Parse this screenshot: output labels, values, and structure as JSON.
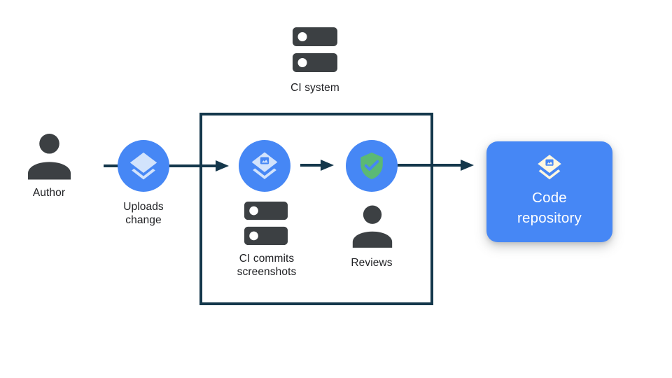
{
  "diagram": {
    "description": "CI screenshot-commit workflow diagram",
    "colors": {
      "accent_blue": "#4687f5",
      "icon_light_blue": "#d2e3fc",
      "icon_dark_gray": "#3c4043",
      "outline_navy": "#14374b",
      "shield_green": "#5bb974",
      "icon_cream": "#fef7e0",
      "label_text": "#202124",
      "card_text": "#ffffff",
      "background": "#ffffff"
    },
    "nodes": {
      "ci_system": {
        "label": "CI system",
        "icon": "server-stack-icon"
      },
      "author": {
        "label": "Author",
        "icon": "person-icon"
      },
      "uploads_change": {
        "label": "Uploads change",
        "icon": "layers-icon"
      },
      "ci_commits_screenshots": {
        "label": "CI commits screenshots",
        "icons": [
          "layers-screenshot-icon",
          "server-stack-icon"
        ]
      },
      "reviews": {
        "label": "Reviews",
        "icons": [
          "shield-check-icon",
          "person-icon"
        ]
      },
      "code_repository": {
        "label": "Code repository",
        "icon": "layers-screenshot-icon"
      }
    },
    "edges": [
      {
        "from": "author",
        "through": "uploads_change",
        "to": "ci_commits_screenshots"
      },
      {
        "from": "ci_commits_screenshots",
        "to": "reviews"
      },
      {
        "from": "reviews",
        "to": "code_repository"
      }
    ],
    "container_box": {
      "contains": [
        "ci_commits_screenshots",
        "reviews"
      ]
    }
  }
}
